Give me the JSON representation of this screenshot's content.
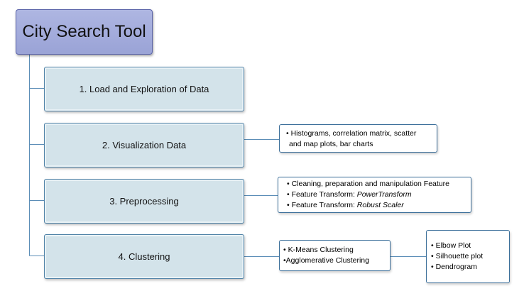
{
  "root": {
    "title": "City Search Tool"
  },
  "steps": [
    {
      "label": "1. Load and Exploration of Data"
    },
    {
      "label": "2. Visualization Data"
    },
    {
      "label": "3. Preprocessing"
    },
    {
      "label": "4. Clustering"
    }
  ],
  "notes": {
    "visualization": {
      "line1": "•  Histograms, correlation matrix, scatter",
      "line2": "and map plots, bar charts"
    },
    "preprocessing": {
      "item1": "• Cleaning, preparation and manipulation Feature",
      "item2_prefix": "• Feature Transform: ",
      "item2_emph": "PowerTransform",
      "item3_prefix": "• Feature Transform: ",
      "item3_emph": "Robust Scaler"
    },
    "clustering": {
      "item1": "• K-Means Clustering",
      "item2": "•Agglomerative Clustering"
    },
    "evaluation": {
      "item1": "• Elbow Plot",
      "item2": "• Silhouette plot",
      "item3": "• Dendrogram"
    }
  },
  "colors": {
    "root_fill": "#9aa3d6",
    "step_fill": "#d3e3ea",
    "step_border": "#4e81a6",
    "connector": "#5b8db7"
  }
}
